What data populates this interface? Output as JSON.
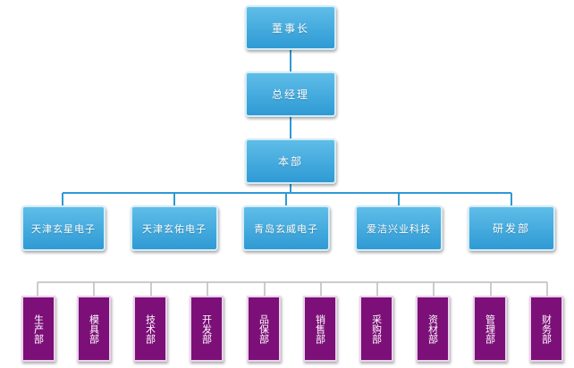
{
  "colors": {
    "level_box": "#3aa6dc",
    "dept_box": "#7c0f78",
    "connector": "#2e9ad4",
    "dept_connector": "#bbbbbb"
  },
  "chairman": "董事长",
  "general_manager": "总经理",
  "headquarters": "本部",
  "companies": [
    "天津玄星电子",
    "天津玄佑电子",
    "青岛玄威电子",
    "爱洁兴业科技",
    "研发部"
  ],
  "departments": [
    "生产部",
    "模具部",
    "技术部",
    "开发部",
    "品保部",
    "销售部",
    "采购部",
    "资材部",
    "管理部",
    "财务部"
  ]
}
